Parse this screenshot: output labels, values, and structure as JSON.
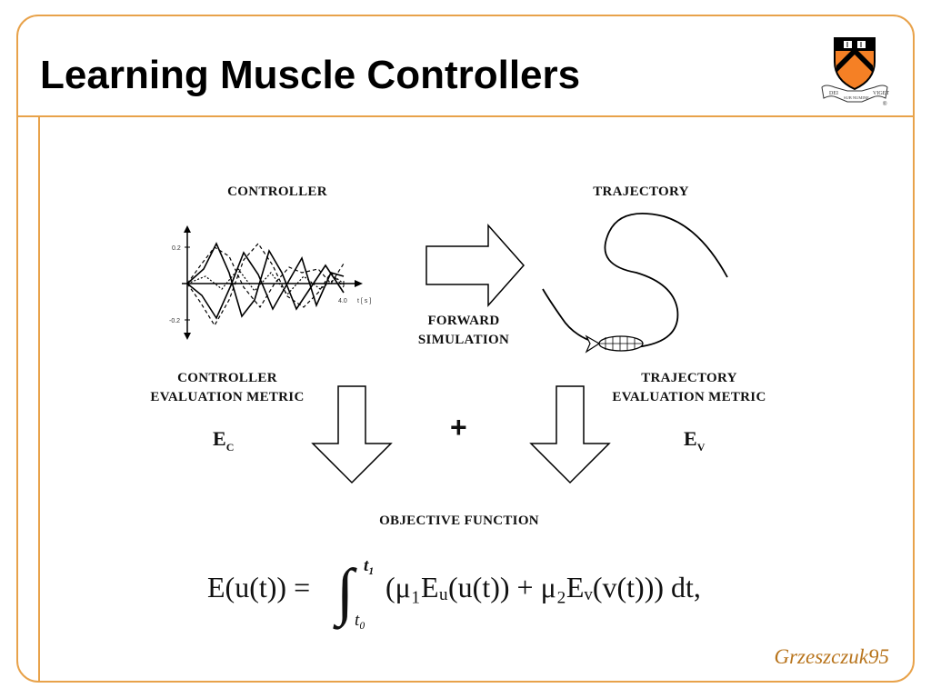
{
  "slide": {
    "title": "Learning Muscle Controllers",
    "credit": "Grzeszczuk95"
  },
  "logo": {
    "icon": "princeton-shield-icon",
    "motto_left": "DEI",
    "motto_right": "SUB NUMINE",
    "motto_bottom": "VIGET",
    "registered": "®"
  },
  "diagram": {
    "controller_label": "CONTROLLER",
    "trajectory_label": "TRAJECTORY",
    "forward_label_1": "FORWARD",
    "forward_label_2": "SIMULATION",
    "controller_metric_1": "CONTROLLER",
    "controller_metric_2": "EVALUATION METRIC",
    "trajectory_metric_1": "TRAJECTORY",
    "trajectory_metric_2": "EVALUATION METRIC",
    "ec_base": "E",
    "ec_sub": "C",
    "ev_base": "E",
    "ev_sub": "V",
    "plus": "+",
    "objective_label": "OBJECTIVE  FUNCTION",
    "plot": {
      "tick_top": "0.2",
      "tick_bottom": "-0.2",
      "tick_x_end": "4.0",
      "x_axis_label": "t [ s ]"
    }
  },
  "formula": {
    "lhs": "E(u(t)) =",
    "upper": "t₁",
    "lower": "t₀",
    "body": "(μ₁Eᵤ(u(t)) + μ₂Eᵥ(v(t))) dt,"
  },
  "colors": {
    "accent": "#e8a24a",
    "credit": "#b8741c",
    "shield_orange": "#f58025",
    "shield_black": "#000000"
  }
}
